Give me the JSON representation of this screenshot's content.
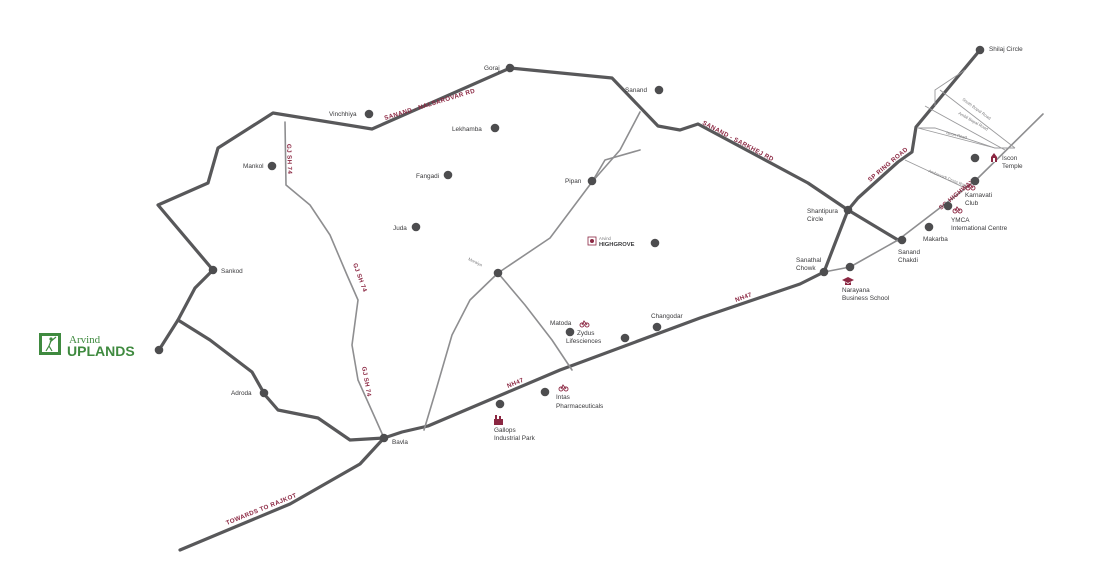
{
  "brand": {
    "top": "Arvind",
    "name": "UPLANDS"
  },
  "highgrove": {
    "top": "Arvind",
    "name": "HIGHGROVE"
  },
  "roads": {
    "sanand_nalsarovar": "SANAND - NALSAROVAR RD",
    "sanand_sarkhej": "SANAND - SARKHEJ RD",
    "sp_ring": "SP RING ROAD",
    "sg_highway": "SG HIGHWAY",
    "nh47_a": "NH47",
    "nh47_b": "NH47",
    "gj_sh74_a": "GJ SH 74",
    "gj_sh74_b": "GJ SH 74",
    "gj_sh74_c": "GJ SH 74",
    "rajkot": "TOWARDS TO RAJKOT",
    "bopal_a": "South Bopal Road",
    "bopal_b": "Ambli Bopal Road",
    "bopal_c": "Iscon Road",
    "bopal_d": "Ambawadi Cross Road"
  },
  "places": {
    "goraj": "Goraj",
    "sanand": "Sanand",
    "vinchhiya": "Vinchhiya",
    "lekhamba": "Lekhamba",
    "mankol": "Mankol",
    "fangadi": "Fangadi",
    "pipan": "Pipan",
    "juda": "Juda",
    "moraiya": "Moraiya",
    "sankod": "Sankod",
    "matoda": "Matoda",
    "zydus_1": "Zydus",
    "zydus_2": "Lifesciences",
    "changodar": "Changodar",
    "intas_1": "Intas",
    "intas_2": "Pharmaceuticals",
    "adroda": "Adroda",
    "gallops_1": "Gallops",
    "gallops_2": "Industrial Park",
    "bavla": "Bavla",
    "shilaj": "Shilaj Circle",
    "iscon_1": "Iscon",
    "iscon_2": "Temple",
    "karnavati_1": "Karnavati",
    "karnavati_2": "Club",
    "shantipura_1": "Shantipura",
    "shantipura_2": "Circle",
    "ymca_1": "YMCA",
    "ymca_2": "International Centre",
    "makarba": "Makarba",
    "sanand_chakdi_1": "Sanand",
    "sanand_chakdi_2": "Chakdi",
    "sanathal_1": "Sanathal",
    "sanathal_2": "Chowk",
    "narayana_1": "Narayana",
    "narayana_2": "Business School"
  }
}
